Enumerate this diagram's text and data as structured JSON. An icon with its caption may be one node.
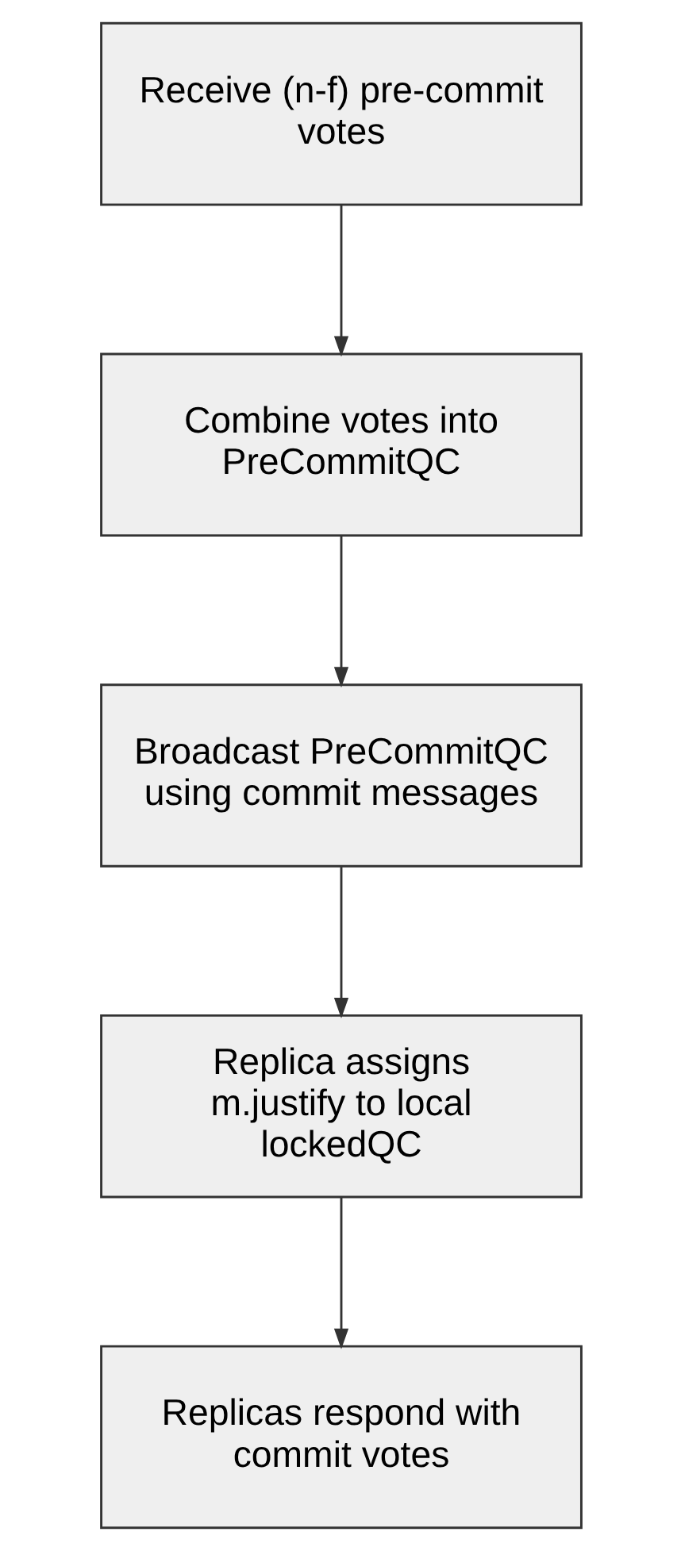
{
  "diagram": {
    "nodes": [
      {
        "text": [
          "Receive (n-f) pre-commit votes"
        ]
      },
      {
        "text": [
          "Combine votes into PreCommitQC"
        ]
      },
      {
        "text": [
          "Broadcast PreCommitQC using commit messages"
        ]
      },
      {
        "text": [
          "Replica assigns m.justify to local lockedQC"
        ]
      },
      {
        "text": [
          "Replicas respond with commit votes"
        ]
      }
    ],
    "edges": [
      {
        "from": 0,
        "to": 1,
        "arrow": "to"
      },
      {
        "from": 1,
        "to": 2,
        "arrow": "to"
      },
      {
        "from": 2,
        "to": 3,
        "arrow": "to"
      },
      {
        "from": 3,
        "to": 4,
        "arrow": "to"
      }
    ]
  }
}
